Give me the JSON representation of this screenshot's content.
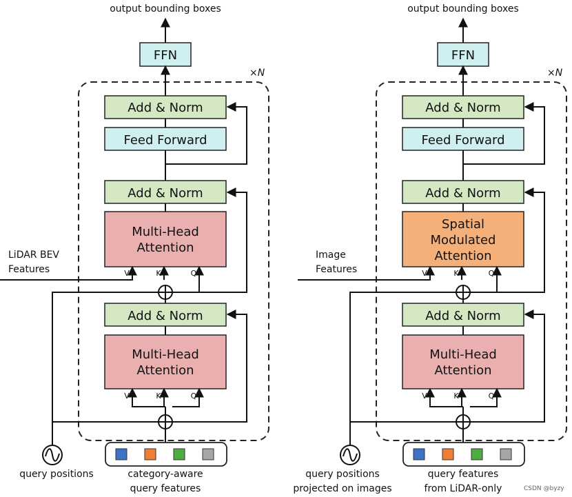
{
  "colors": {
    "add_norm": "#d5e8c4",
    "feed_forward": "#cfeff0",
    "ffn": "#cfeff0",
    "multi_head_attention": "#eab0b0",
    "spatial_modulated_attention": "#f5b07a",
    "line": "#111111",
    "token_blue": "#3d72c4",
    "token_orange": "#f07d34",
    "token_green": "#4faa43",
    "token_gray": "#a6a6a6"
  },
  "icons": {
    "add": "circle-plus-icon",
    "query_positions": "sine-wave-icon"
  },
  "left": {
    "output_label": "output bounding boxes",
    "repeat_label": "×",
    "repeat_var": "N",
    "ffn_label": "FFN",
    "add_norm_top": "Add & Norm",
    "feed_forward": "Feed Forward",
    "add_norm_mid": "Add & Norm",
    "cross_attention_lines": [
      "Multi-Head",
      "Attention"
    ],
    "add_norm_low": "Add & Norm",
    "self_attention_lines": [
      "Multi-Head",
      "Attention"
    ],
    "input_feature_lines": [
      "LiDAR BEV",
      "Features"
    ],
    "v": "V",
    "k": "K",
    "q": "Q",
    "query_positions_lines": [
      "query positions"
    ],
    "query_features_lines": [
      "category-aware",
      "query features"
    ]
  },
  "right": {
    "output_label": "output bounding boxes",
    "repeat_label": "×",
    "repeat_var": "N",
    "ffn_label": "FFN",
    "add_norm_top": "Add & Norm",
    "feed_forward": "Feed Forward",
    "add_norm_mid": "Add & Norm",
    "cross_attention_lines": [
      "Spatial",
      "Modulated",
      "Attention"
    ],
    "add_norm_low": "Add & Norm",
    "self_attention_lines": [
      "Multi-Head",
      "Attention"
    ],
    "input_feature_lines": [
      "Image",
      "Features"
    ],
    "v": "V",
    "k": "K",
    "q": "Q",
    "query_positions_lines": [
      "query positions",
      "projected on images"
    ],
    "query_features_lines": [
      "query features",
      "from LiDAR-only"
    ]
  },
  "watermark": "CSDN @byzy"
}
